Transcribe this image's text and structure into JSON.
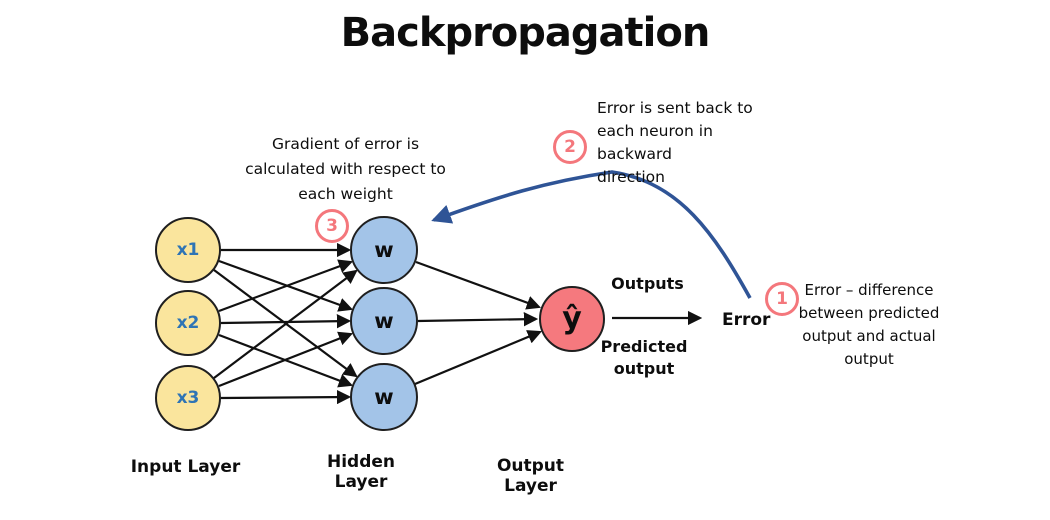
{
  "title": "Backpropagation",
  "layers": {
    "input": {
      "label": "Input Layer",
      "nodes": [
        "x1",
        "x2",
        "x3"
      ]
    },
    "hidden": {
      "label": "Hidden Layer",
      "nodes": [
        "w",
        "w",
        "w"
      ]
    },
    "output": {
      "label": "Output Layer",
      "nodes": [
        "ŷ"
      ]
    }
  },
  "flow": {
    "outputs_label": "Outputs",
    "predicted_label": "Predicted output",
    "error_label": "Error"
  },
  "annotations": {
    "step1": {
      "number": "1",
      "lines": [
        "Error – difference",
        "between predicted",
        "output and actual",
        "output"
      ]
    },
    "step2": {
      "number": "2",
      "lines": [
        "Error is sent back to",
        "each neuron in backward",
        "direction"
      ]
    },
    "step3": {
      "number": "3",
      "lines": [
        "Gradient of error is",
        "calculated with respect to",
        "each weight"
      ]
    }
  },
  "colors": {
    "input_node": "#FAE59D",
    "hidden_node": "#A3C4E8",
    "output_node": "#F5797E",
    "node_border": "#1F1F1F",
    "input_text": "#2E74B5",
    "badge_pink": "#F4777C",
    "feedback_arrow_blue": "#2F5496",
    "edge_black": "#111111"
  }
}
